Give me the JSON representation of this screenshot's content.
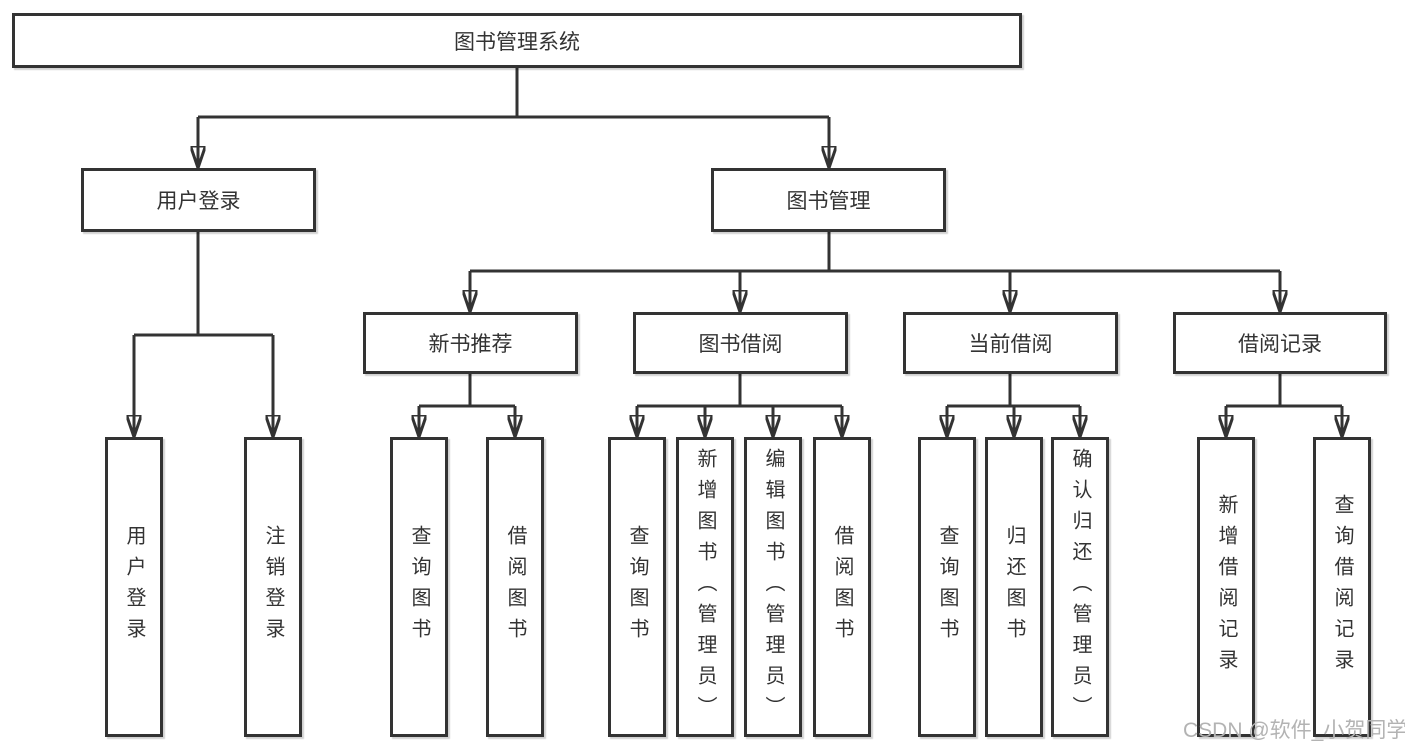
{
  "diagram": {
    "root": {
      "label": "图书管理系统"
    },
    "level2": [
      {
        "label": "用户登录"
      },
      {
        "label": "图书管理"
      }
    ],
    "level3": [
      {
        "label": "新书推荐"
      },
      {
        "label": "图书借阅"
      },
      {
        "label": "当前借阅"
      },
      {
        "label": "借阅记录"
      }
    ],
    "leaves": {
      "user_login": [
        {
          "label": "用户登录"
        },
        {
          "label": "注销登录"
        }
      ],
      "new_books": [
        {
          "label": "查询图书"
        },
        {
          "label": "借阅图书"
        }
      ],
      "borrow": [
        {
          "label": "查询图书"
        },
        {
          "label": "新增图书（管理员）"
        },
        {
          "label": "编辑图书（管理员）"
        },
        {
          "label": "借阅图书"
        }
      ],
      "current": [
        {
          "label": "查询图书"
        },
        {
          "label": "归还图书"
        },
        {
          "label": "确认归还（管理员）"
        }
      ],
      "records": [
        {
          "label": "新增借阅记录"
        },
        {
          "label": "查询借阅记录"
        }
      ]
    }
  },
  "watermark": {
    "text": "CSDN @软件_小贺同学"
  },
  "colors": {
    "background": "#ffffff",
    "line": "#333333",
    "box_border": "#333333",
    "box_fill": "#ffffff",
    "text": "#333333",
    "watermark": "#b3b3b3"
  }
}
